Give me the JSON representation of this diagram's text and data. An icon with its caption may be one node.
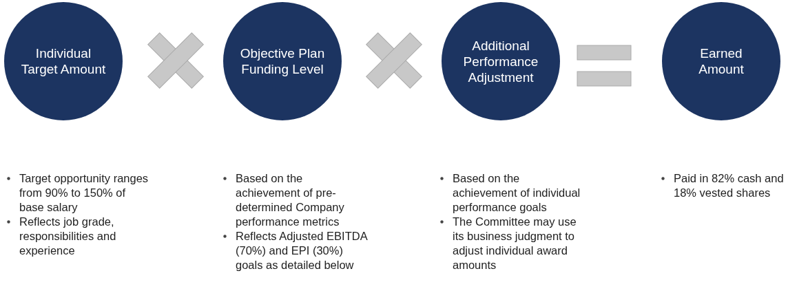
{
  "diagram": {
    "nodes": [
      {
        "text": [
          "Individual Target Amount"
        ]
      },
      {
        "text": [
          "Objective Plan Funding Level"
        ]
      },
      {
        "text": [
          "Additional Performance Adjustment"
        ]
      },
      {
        "text": [
          "Earned Amount"
        ]
      }
    ],
    "labels": [
      "Target opportunity ranges from 90% to 150% of base salary",
      "Reflects job grade, responsibilities and experience",
      "Based on the achievement of pre-determined Company performance metrics",
      "Reflects Adjusted EBITDA (70%) and EPI (30%) goals as detailed below",
      "Based on the achievement of individual performance goals",
      "The Committee may use its business judgment to adjust individual award amounts",
      "Paid in 82% cash and 18% vested shares"
    ]
  }
}
